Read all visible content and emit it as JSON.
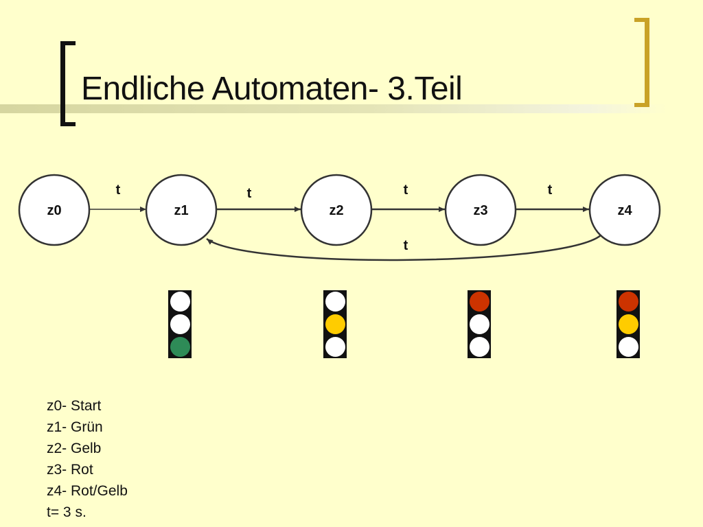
{
  "title": "Endliche Automaten- 3.Teil",
  "colors": {
    "background": "#FFFFCC",
    "bracket_left": "#111111",
    "bracket_right": "#C9A227",
    "lamp_off": "#FFFFFF",
    "green": "#2E8B57",
    "yellow": "#FFCC00",
    "red": "#CC3300"
  },
  "diagram": {
    "states": [
      "z0",
      "z1",
      "z2",
      "z3",
      "z4"
    ],
    "transitions": [
      {
        "from": "z0",
        "to": "z1",
        "label": "t"
      },
      {
        "from": "z1",
        "to": "z2",
        "label": "t"
      },
      {
        "from": "z2",
        "to": "z3",
        "label": "t"
      },
      {
        "from": "z3",
        "to": "z4",
        "label": "t"
      },
      {
        "from": "z4",
        "to": "z1",
        "label": "t"
      }
    ]
  },
  "traffic_lights": [
    {
      "state": "z1",
      "lamps": [
        "off",
        "off",
        "green"
      ]
    },
    {
      "state": "z2",
      "lamps": [
        "off",
        "yellow",
        "off"
      ]
    },
    {
      "state": "z3",
      "lamps": [
        "red",
        "off",
        "off"
      ]
    },
    {
      "state": "z4",
      "lamps": [
        "red",
        "yellow",
        "off"
      ]
    }
  ],
  "legend": [
    "z0- Start",
    "z1- Grün",
    "z2- Gelb",
    "z3- Rot",
    "z4- Rot/Gelb",
    "t= 3 s."
  ]
}
